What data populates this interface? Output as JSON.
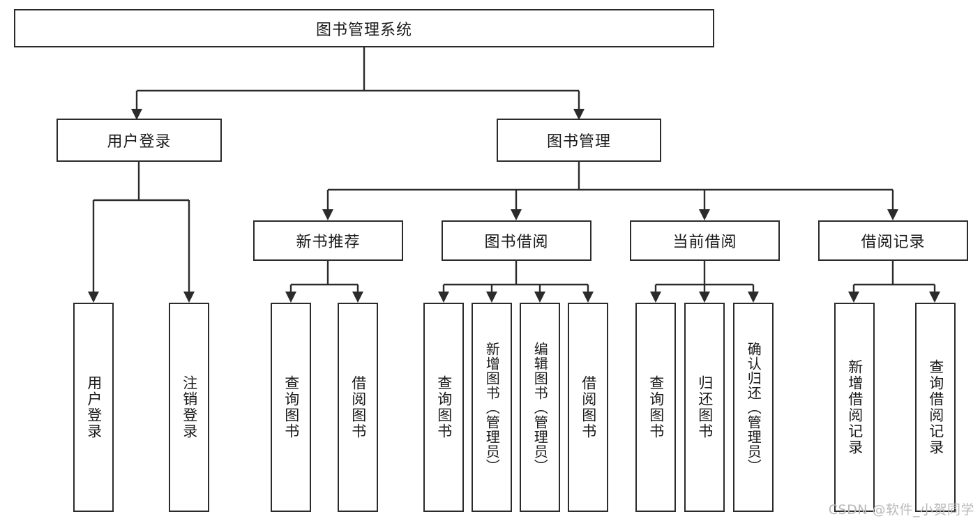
{
  "diagram": {
    "title": "图书管理系统",
    "watermark": "CSDN @软件_小贺同学",
    "type": "tree-hierarchy-diagram",
    "colors": {
      "stroke": "#2b2b2b",
      "fill": "#ffffff",
      "text": "#1a1a1a",
      "watermark": "#b9b9b9"
    },
    "root": {
      "label": "图书管理系统"
    },
    "level2": [
      {
        "label": "用户登录"
      },
      {
        "label": "图书管理"
      }
    ],
    "level3": [
      {
        "label": "新书推荐"
      },
      {
        "label": "图书借阅"
      },
      {
        "label": "当前借阅"
      },
      {
        "label": "借阅记录"
      }
    ],
    "leaves": {
      "user_login": [
        {
          "label": "用户登录"
        },
        {
          "label": "注销登录"
        }
      ],
      "new_book": [
        {
          "label": "查询图书"
        },
        {
          "label": "借阅图书"
        }
      ],
      "book_borrow": [
        {
          "label": "查询图书"
        },
        {
          "label": "新增图书（管理员）"
        },
        {
          "label": "编辑图书（管理员）"
        },
        {
          "label": "借阅图书"
        }
      ],
      "current_borrow": [
        {
          "label": "查询图书"
        },
        {
          "label": "归还图书"
        },
        {
          "label": "确认归还（管理员）"
        }
      ],
      "borrow_record": [
        {
          "label": "新增借阅记录"
        },
        {
          "label": "查询借阅记录"
        }
      ]
    }
  }
}
